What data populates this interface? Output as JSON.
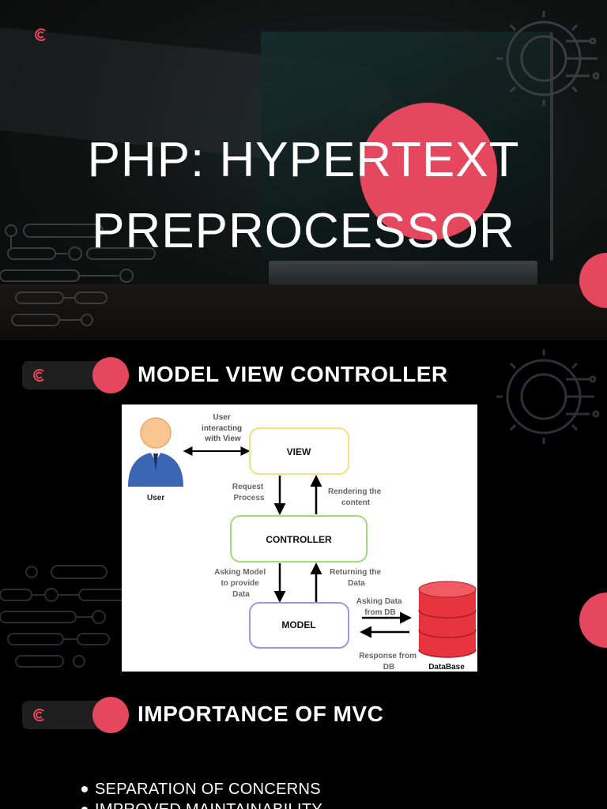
{
  "hero": {
    "title_line1": "PHP: HYPERTEXT",
    "title_line2": "PREPROCESSOR"
  },
  "sections": [
    {
      "heading": "MODEL VIEW CONTROLLER"
    },
    {
      "heading": "IMPORTANCE OF MVC"
    }
  ],
  "diagram": {
    "user_label": "User",
    "user_note": [
      "User",
      "interacting",
      "with View"
    ],
    "view": "VIEW",
    "controller": "CONTROLLER",
    "model": "MODEL",
    "request_process": [
      "Request",
      "Process"
    ],
    "rendering_content": [
      "Rendering the",
      "content"
    ],
    "asking_model": [
      "Asking Model",
      "to provide",
      "Data"
    ],
    "returning_data": [
      "Returning the",
      "Data"
    ],
    "asking_data_db": [
      "Asking Data",
      "from DB"
    ],
    "response_db": [
      "Response from",
      "DB"
    ],
    "database_label": "DataBase"
  },
  "bullets": [
    "SEPARATION OF CONCERNS",
    "IMPROVED MAINTAINABILITY"
  ],
  "colors": {
    "accent": "#e5475f",
    "view_border": "#f2e27a",
    "controller_border": "#9fdc7a",
    "model_border": "#9a97e6",
    "db_red": "#e8343f"
  },
  "icons": [
    "logo-mark-icon",
    "gear-circuit-icon",
    "circuit-lines-icon",
    "user-icon",
    "database-icon"
  ]
}
